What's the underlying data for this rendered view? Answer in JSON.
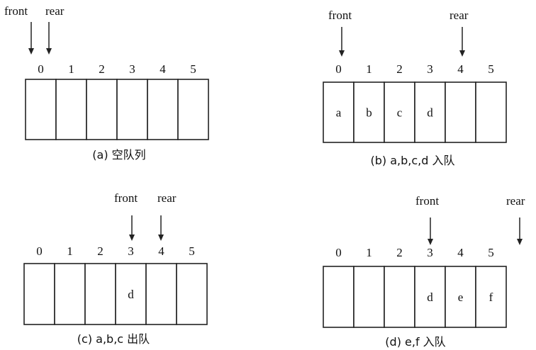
{
  "index_labels": [
    "0",
    "1",
    "2",
    "3",
    "4",
    "5"
  ],
  "pointer_labels": {
    "front": "front",
    "rear": "rear"
  },
  "panels": [
    {
      "id": "a",
      "caption": "(a) 空队列",
      "cells": [
        "",
        "",
        "",
        "",
        "",
        ""
      ],
      "front_index": 0,
      "rear_index": 0
    },
    {
      "id": "b",
      "caption": "(b) a,b,c,d 入队",
      "cells": [
        "a",
        "b",
        "c",
        "d",
        "",
        ""
      ],
      "front_index": 0,
      "rear_index": 4
    },
    {
      "id": "c",
      "caption": "(c) a,b,c 出队",
      "cells": [
        "",
        "",
        "",
        "d",
        "",
        ""
      ],
      "front_index": 3,
      "rear_index": 4
    },
    {
      "id": "d",
      "caption": "(d) e,f 入队",
      "cells": [
        "",
        "",
        "",
        "d",
        "e",
        "f"
      ],
      "front_index": 3,
      "rear_index": 6
    }
  ]
}
